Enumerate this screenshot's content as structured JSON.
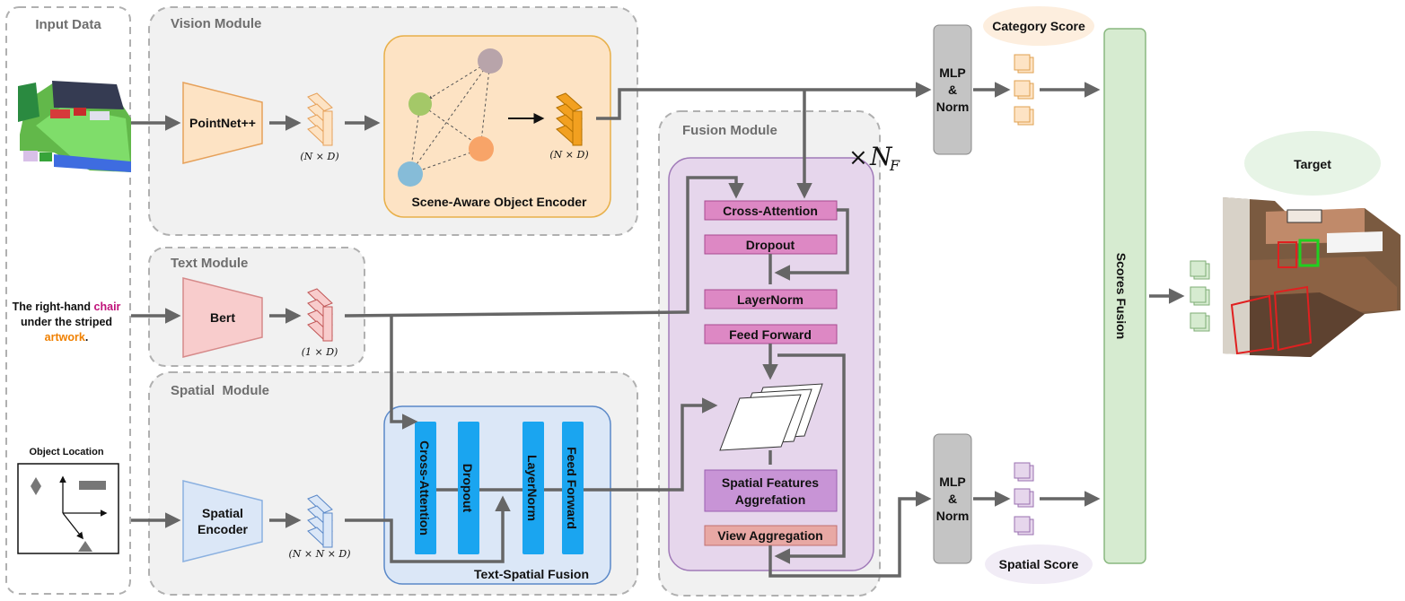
{
  "panels": {
    "input_data": "Input Data",
    "vision_module": "Vision Module",
    "text_module": "Text Module",
    "spatial_module": "Spatial  Module",
    "fusion_module": "Fusion Module"
  },
  "vision": {
    "pointnet_label": "PointNet++",
    "scene_encoder_label": "Scene-Aware Object Encoder",
    "dim_in": "(N × D)",
    "dim_out": "(N × D)"
  },
  "text": {
    "query_line1": "The right-hand ",
    "query_word_chair": "chair",
    "query_line2": "under the striped",
    "query_word_artwork": "artwork",
    "query_period": ".",
    "bert_label": "Bert",
    "dim": "(1 × D)"
  },
  "spatial": {
    "object_location_label": "Object Location",
    "encoder_label_line1": "Spatial",
    "encoder_label_line2": "Encoder",
    "dim": "(N × N × D)",
    "fusion_title": "Text-Spatial Fusion",
    "bars": [
      "Cross-Attention",
      "Dropout",
      "LayerNorm",
      "Feed Forward"
    ]
  },
  "fusion": {
    "cross_attention": "Cross-Attention",
    "dropout": "Dropout",
    "layernorm": "LayerNorm",
    "feed_forward": "Feed Forward",
    "spatial_agg_line1": "Spatial Features",
    "spatial_agg_line2": "Aggrefation",
    "view_aggregation": "View Aggregation",
    "repeat_times": "×",
    "repeat_symbol": "N",
    "repeat_subscript": "F"
  },
  "heads": {
    "mlp_top": [
      "MLP",
      "&",
      "Norm"
    ],
    "mlp_bottom": [
      "MLP",
      "&",
      "Norm"
    ],
    "category_score": "Category Score",
    "spatial_score": "Spatial Score",
    "scores_fusion": "Scores Fusion",
    "target": "Target"
  },
  "colors": {
    "panel_border": "#b0b0b0",
    "panel_fill": "#f1f1f1",
    "vision_orange": "#fde3c4",
    "text_pink": "#f8cccc",
    "spatial_blue": "#dbe7f7",
    "fusion_purple": "#e6d6ec",
    "magenta_block": "#dd88c4",
    "violet_block": "#c894d6",
    "salmon_block": "#e8a8a4",
    "cyan_bar": "#1aa5f0",
    "scores_green": "#d6ebd0",
    "mlp_gray": "#c4c4c4",
    "arrow_gray": "#666666",
    "chair_word": "#c0127a",
    "artwork_word": "#f08000"
  }
}
